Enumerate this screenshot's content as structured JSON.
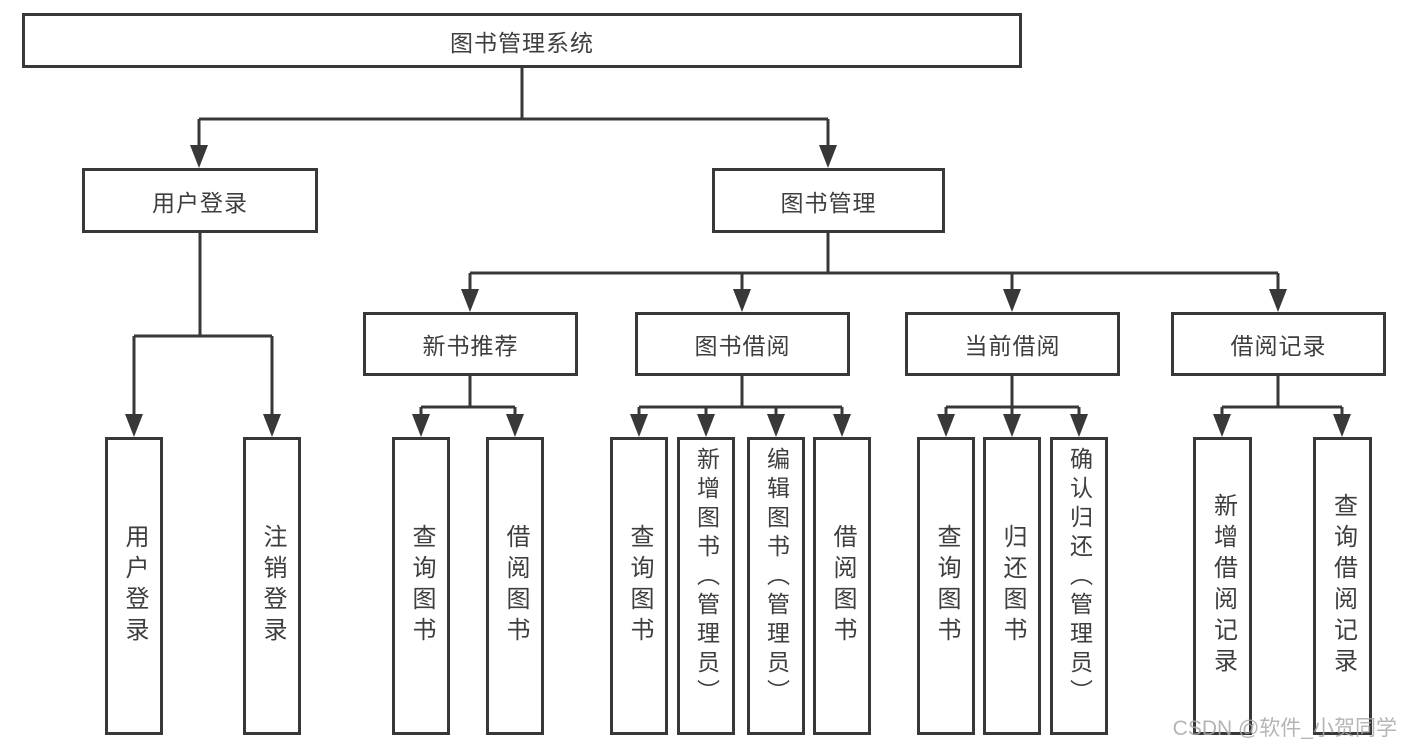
{
  "diagram": {
    "type": "hierarchy-tree",
    "tree": {
      "label": "图书管理系统",
      "children": [
        {
          "label": "用户登录",
          "children": [
            {
              "label": "用户登录"
            },
            {
              "label": "注销登录"
            }
          ]
        },
        {
          "label": "图书管理",
          "children": [
            {
              "label": "新书推荐",
              "children": [
                {
                  "label": "查询图书"
                },
                {
                  "label": "借阅图书"
                }
              ]
            },
            {
              "label": "图书借阅",
              "children": [
                {
                  "label": "查询图书"
                },
                {
                  "label": "新增图书（管理员）"
                },
                {
                  "label": "编辑图书（管理员）"
                },
                {
                  "label": "借阅图书"
                }
              ]
            },
            {
              "label": "当前借阅",
              "children": [
                {
                  "label": "查询图书"
                },
                {
                  "label": "归还图书"
                },
                {
                  "label": "确认归还（管理员）"
                }
              ]
            },
            {
              "label": "借阅记录",
              "children": [
                {
                  "label": "新增借阅记录"
                },
                {
                  "label": "查询借阅记录"
                }
              ]
            }
          ]
        }
      ]
    },
    "colors": {
      "line": "#383838",
      "text": "#3e3e3e",
      "box_background": "#ffffff",
      "page_background": "#ffffff",
      "watermark": "#a9a9a9"
    }
  },
  "watermark": {
    "text": "CSDN @软件_小贺同学"
  }
}
